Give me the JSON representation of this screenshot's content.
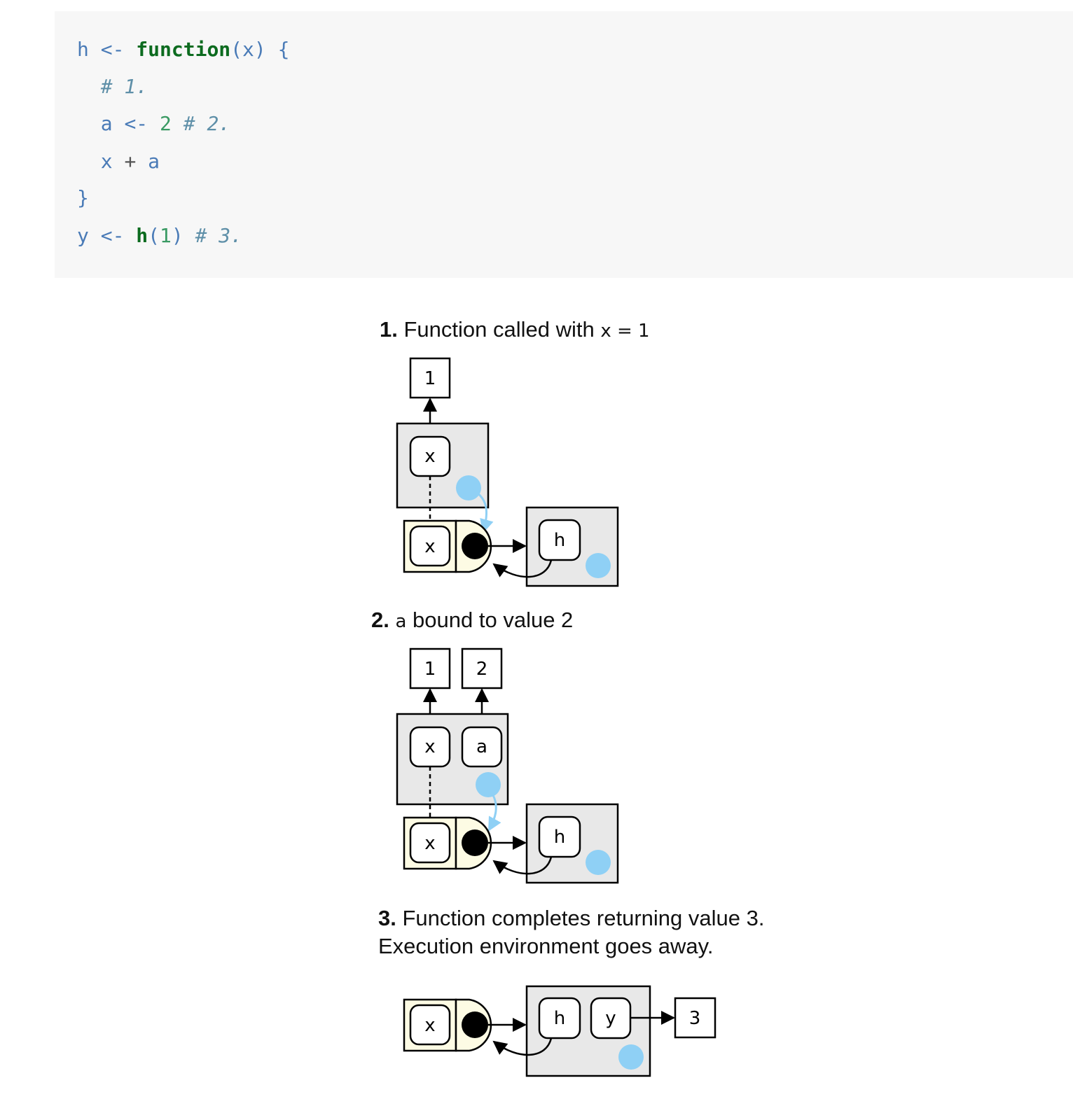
{
  "code": {
    "lines": [
      [
        {
          "t": "h ",
          "c": "plain"
        },
        {
          "t": "<-",
          "c": "op"
        },
        {
          "t": " ",
          "c": "plain"
        },
        {
          "t": "function",
          "c": "kw"
        },
        {
          "t": "(x) {",
          "c": "plain"
        }
      ],
      [
        {
          "t": "  ",
          "c": "plain"
        },
        {
          "t": "# 1.",
          "c": "comment"
        }
      ],
      [
        {
          "t": "  a ",
          "c": "plain"
        },
        {
          "t": "<-",
          "c": "op"
        },
        {
          "t": " ",
          "c": "plain"
        },
        {
          "t": "2",
          "c": "num"
        },
        {
          "t": " ",
          "c": "plain"
        },
        {
          "t": "# 2.",
          "c": "comment"
        }
      ],
      [
        {
          "t": "  x ",
          "c": "plain"
        },
        {
          "t": "+",
          "c": "op2"
        },
        {
          "t": " a",
          "c": "plain"
        }
      ],
      [
        {
          "t": "}",
          "c": "plain"
        }
      ],
      [
        {
          "t": "y ",
          "c": "plain"
        },
        {
          "t": "<-",
          "c": "op"
        },
        {
          "t": " ",
          "c": "plain"
        },
        {
          "t": "h",
          "c": "fn"
        },
        {
          "t": "(",
          "c": "plain"
        },
        {
          "t": "1",
          "c": "num"
        },
        {
          "t": ") ",
          "c": "plain"
        },
        {
          "t": "# 3.",
          "c": "comment"
        }
      ]
    ]
  },
  "steps": [
    {
      "number": "1.",
      "caption_prefix": "Function called with",
      "caption_code": "x = 1",
      "caption_suffix": "",
      "env_bindings": [
        "x"
      ],
      "values": [
        "1"
      ],
      "frame_arg": "x",
      "global_bindings": [
        "h"
      ]
    },
    {
      "number": "2.",
      "caption_prefix": "",
      "caption_code": "a",
      "caption_suffix": "bound to value 2",
      "env_bindings": [
        "x",
        "a"
      ],
      "values": [
        "1",
        "2"
      ],
      "frame_arg": "x",
      "global_bindings": [
        "h"
      ]
    },
    {
      "number": "3.",
      "caption_line1": "Function completes returning value 3.",
      "caption_line2": "Execution environment goes away.",
      "frame_arg": "x",
      "global_bindings": [
        "h",
        "y"
      ],
      "values": [
        "3"
      ]
    }
  ],
  "colors": {
    "code_bg": "#f7f7f7",
    "env_fill": "#e8e8e8",
    "frame_fill": "#fdfbe4",
    "parent_dot": "#8fd0f5",
    "stroke": "#000000"
  }
}
